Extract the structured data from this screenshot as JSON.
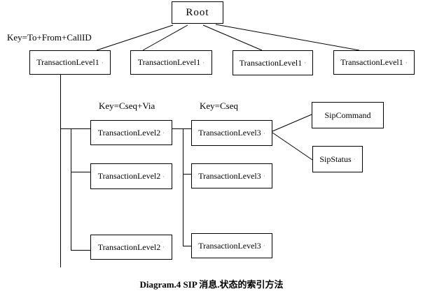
{
  "diagram": {
    "root": {
      "label": "Root"
    },
    "key_labels": [
      {
        "text": "Key=To+From+CallID"
      },
      {
        "text": "Key=Cseq+Via"
      },
      {
        "text": "Key=Cseq"
      }
    ],
    "level1": [
      "TransactionLevel1",
      "TransactionLevel1",
      "TransactionLevel1",
      "TransactionLevel1"
    ],
    "level2": [
      "TransactionLevel2",
      "TransactionLevel2",
      "TransactionLevel2"
    ],
    "level3": [
      "TransactionLevel3",
      "TransactionLevel3",
      "TransactionLevel3"
    ],
    "leaves": [
      "SipCommand",
      "SipStatus"
    ],
    "space_mark": "·",
    "caption": "Diagram.4 SIP 消息.状态的索引方法",
    "colors": {
      "line": "#000000",
      "text": "#000000",
      "background": "#ffffff"
    }
  }
}
